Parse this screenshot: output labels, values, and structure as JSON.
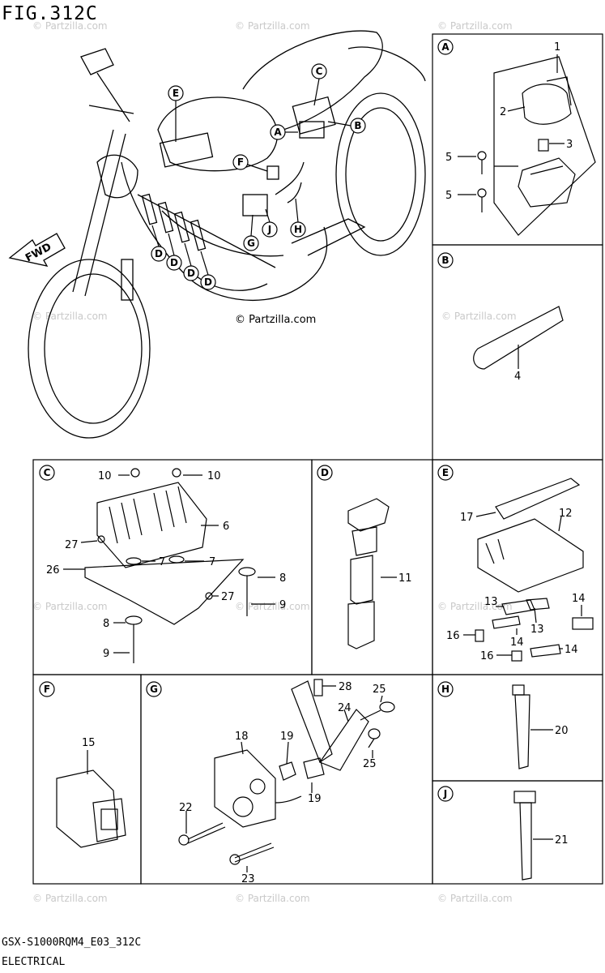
{
  "figure_title": "FIG.312C",
  "footer_code": "GSX-S1000RQM4_E03_312C",
  "footer_section": "ELECTRICAL",
  "watermark": "© Partzilla.com",
  "fwd_label": "FWD",
  "callouts": {
    "A": "A",
    "B": "B",
    "C": "C",
    "D": "D",
    "E": "E",
    "F": "F",
    "G": "G",
    "H": "H",
    "J": "J"
  },
  "panels": {
    "A": {
      "letter": "A",
      "parts": [
        "1",
        "2",
        "3",
        "5",
        "5"
      ]
    },
    "B": {
      "letter": "B",
      "parts": [
        "4"
      ]
    },
    "C": {
      "letter": "C",
      "parts": [
        "10",
        "10",
        "6",
        "27",
        "7",
        "7",
        "26",
        "8",
        "27",
        "9",
        "8",
        "9"
      ]
    },
    "D": {
      "letter": "D",
      "parts": [
        "11"
      ]
    },
    "E": {
      "letter": "E",
      "parts": [
        "17",
        "12",
        "13",
        "14",
        "13",
        "16",
        "14",
        "16",
        "14"
      ]
    },
    "F": {
      "letter": "F",
      "parts": [
        "15"
      ]
    },
    "G": {
      "letter": "G",
      "parts": [
        "28",
        "25",
        "24",
        "18",
        "19",
        "25",
        "19",
        "22",
        "23"
      ]
    },
    "H": {
      "letter": "H",
      "parts": [
        "20"
      ]
    },
    "J": {
      "letter": "J",
      "parts": [
        "21"
      ]
    }
  }
}
